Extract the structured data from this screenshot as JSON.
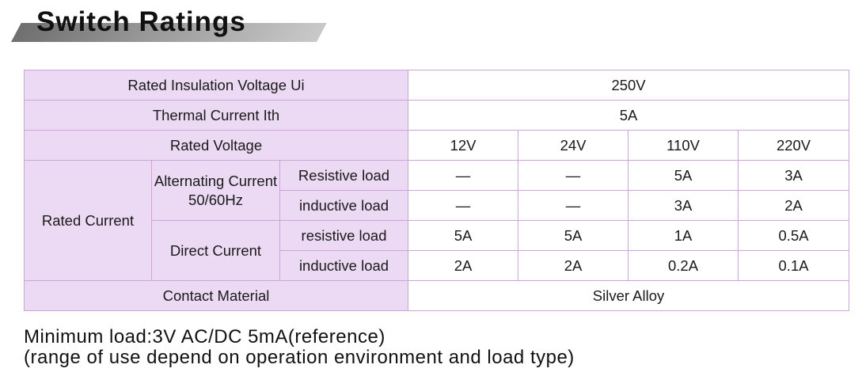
{
  "title": "Switch Ratings",
  "colors": {
    "header_bg": "#ecd9f4",
    "border": "#c9a6d6",
    "title_band": "#8a8a8a"
  },
  "table": {
    "insulation_label": "Rated Insulation Voltage Ui",
    "insulation_value": "250V",
    "thermal_label": "Thermal Current  Ith",
    "thermal_value": "5A",
    "voltage_label": "Rated Voltage",
    "voltages": [
      "12V",
      "24V",
      "110V",
      "220V"
    ],
    "rated_current_label": "Rated Current",
    "ac_label_line1": "Alternating Current",
    "ac_label_line2": "50/60Hz",
    "dc_label": "Direct Current",
    "ac_resistive_label": "Resistive load",
    "ac_inductive_label": "inductive load",
    "dc_resistive_label": "resistive load",
    "dc_inductive_label": "inductive load",
    "ac_resistive_values": [
      "—",
      "—",
      "5A",
      "3A"
    ],
    "ac_inductive_values": [
      "—",
      "—",
      "3A",
      "2A"
    ],
    "dc_resistive_values": [
      "5A",
      "5A",
      "1A",
      "0.5A"
    ],
    "dc_inductive_values": [
      "2A",
      "2A",
      "0.2A",
      "0.1A"
    ],
    "contact_label": "Contact Material",
    "contact_value": "Silver Alloy"
  },
  "notes": {
    "line1": "Minimum load:3V AC/DC 5mA(reference)",
    "line2": "(range of use depend on operation environment and load type)"
  }
}
